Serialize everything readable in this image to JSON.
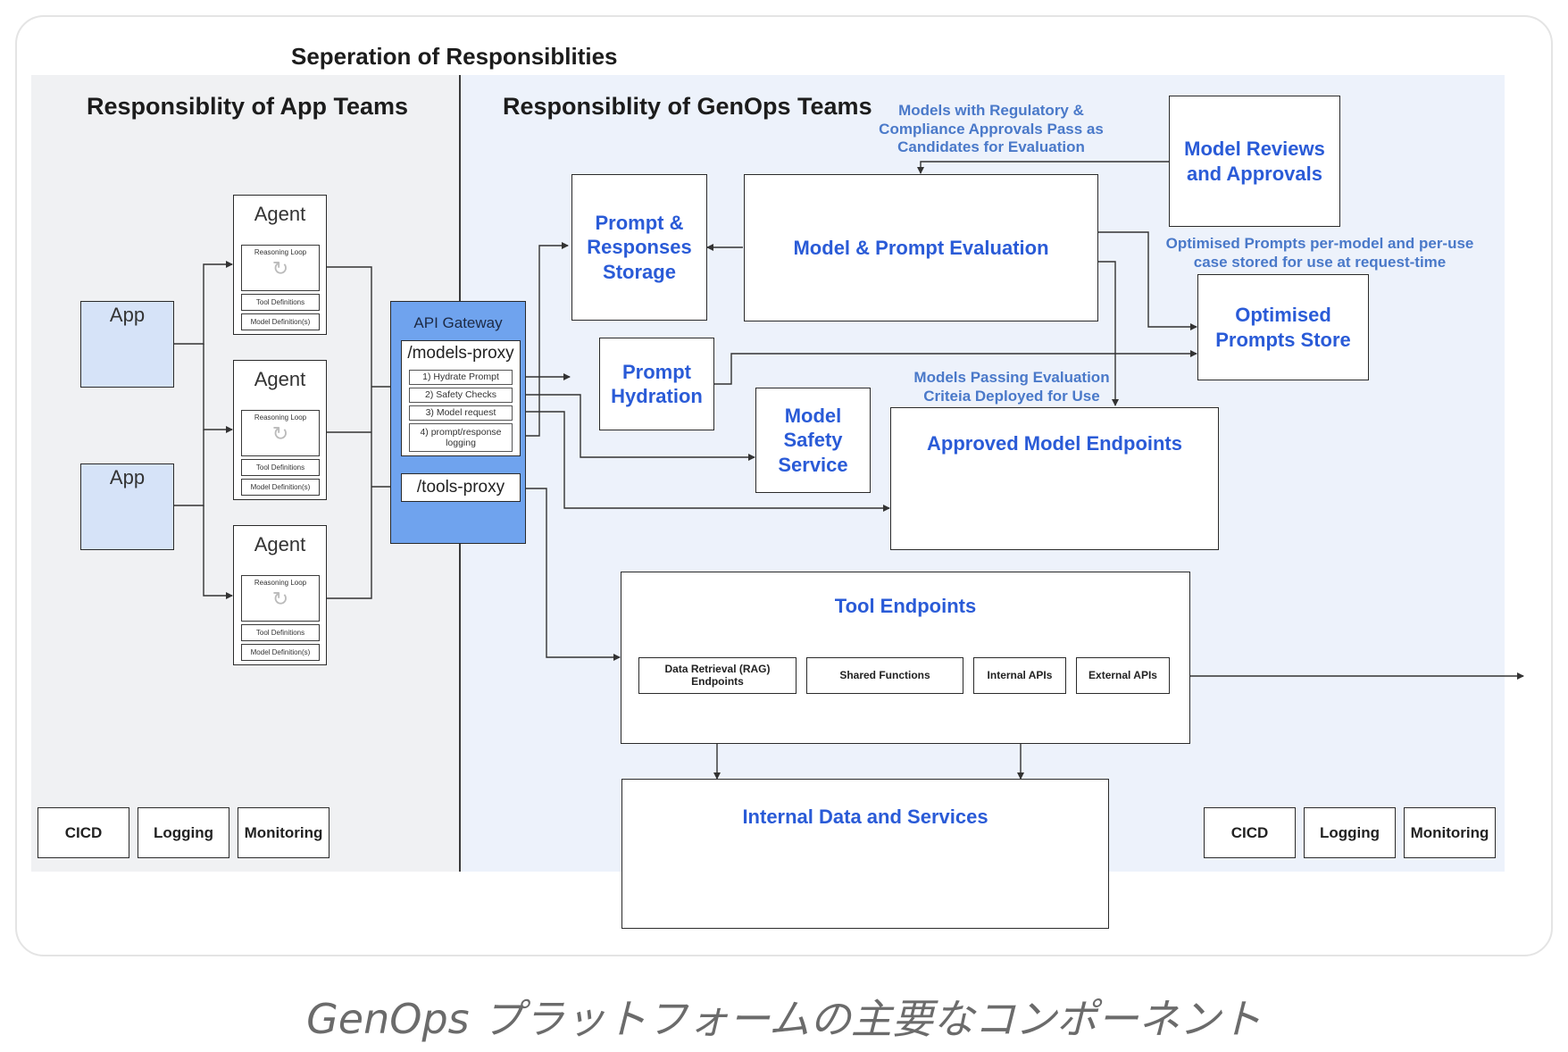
{
  "diagram": {
    "title": "Seperation of Responsiblities",
    "left_region": {
      "title": "Responsiblity of App Teams",
      "apps": [
        "App",
        "App"
      ],
      "agents": [
        {
          "title": "Agent",
          "reasoning": "Reasoning Loop",
          "tools": "Tool Definitions",
          "models": "Model Definition(s)"
        },
        {
          "title": "Agent",
          "reasoning": "Reasoning Loop",
          "tools": "Tool Definitions",
          "models": "Model Definition(s)"
        },
        {
          "title": "Agent",
          "reasoning": "Reasoning Loop",
          "tools": "Tool Definitions",
          "models": "Model Definition(s)"
        }
      ],
      "utilities": [
        "CICD",
        "Logging",
        "Monitoring"
      ]
    },
    "right_region": {
      "title": "Responsiblity of GenOps Teams",
      "api_gateway": {
        "title": "API Gateway",
        "models_proxy": "/models-proxy",
        "steps": [
          "1) Hydrate Prompt",
          "2) Safety Checks",
          "3) Model request",
          "4) prompt/response logging"
        ],
        "tools_proxy": "/tools-proxy"
      },
      "prompt_storage": "Prompt & Responses Storage",
      "evaluation": "Model & Prompt Evaluation",
      "reviews": "Model Reviews and Approvals",
      "optimised_store": "Optimised Prompts Store",
      "prompt_hydration": "Prompt Hydration",
      "safety_service": "Model Safety Service",
      "approved_endpoints": "Approved Model Endpoints",
      "tool_endpoints": {
        "title": "Tool Endpoints",
        "items": [
          "Data Retrieval (RAG) Endpoints",
          "Shared Functions",
          "Internal APIs",
          "External APIs"
        ]
      },
      "internal_data": "Internal Data and Services",
      "notes": {
        "regulatory": "Models with Regulatory & Compliance Approvals Pass as Candidates for Evaluation",
        "optimised": "Optimised Prompts per-model and per-use case stored for use at request-time",
        "passing": "Models Passing Evaluation Criteia Deployed for Use"
      },
      "utilities": [
        "CICD",
        "Logging",
        "Monitoring"
      ]
    }
  },
  "caption": "GenOps プラットフォームの主要なコンポーネント",
  "colors": {
    "accent_text": "#2a5bd7",
    "note_text": "#4a79c9",
    "gateway": "#6fa3ee",
    "app_fill": "#d6e3f8"
  }
}
